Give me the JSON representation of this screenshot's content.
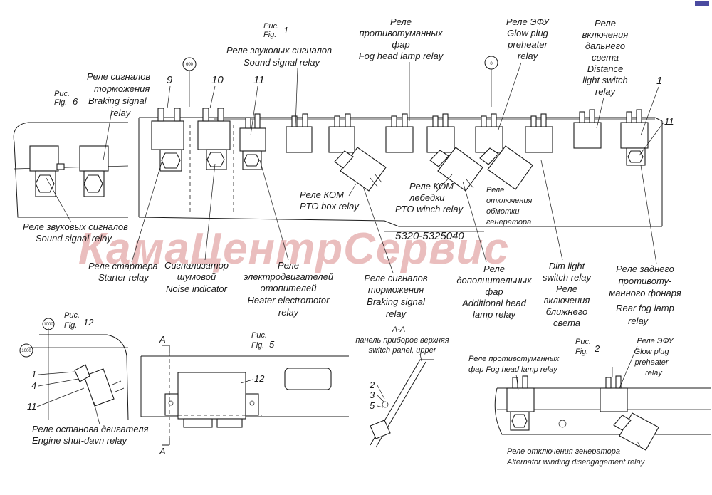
{
  "watermark": "КамаЦентрСервис",
  "part_number": "5320-5325040",
  "figures": {
    "fig1": {
      "ru": "Рис.",
      "en": "Fig.",
      "num": "1"
    },
    "fig6": {
      "ru": "Рис.",
      "en": "Fig.",
      "num": "6"
    },
    "fig12": {
      "ru": "Рис.",
      "en": "Fig.",
      "num": "12"
    },
    "fig5": {
      "ru": "Рис.",
      "en": "Fig.",
      "num": "5"
    },
    "fig2": {
      "ru": "Рис.",
      "en": "Fig.",
      "num": "2"
    }
  },
  "dimensions": {
    "d600": "600",
    "d0": "0",
    "d1000a": "1000",
    "d1000b": "1000"
  },
  "callouts": {
    "n9": "9",
    "n10": "10",
    "n11": "11",
    "n1": "1",
    "n11b": "11",
    "n12": "12",
    "n1b": "1",
    "n4": "4",
    "n11c": "11",
    "n2": "2",
    "n3": "3",
    "n5": "5",
    "sectA1": "A",
    "sectA2": "A"
  },
  "labels": {
    "sound_top": {
      "ru": "Реле звуковых сигналов",
      "en": "Sound signal relay"
    },
    "fog_head": {
      "ru1": "Реле",
      "ru2": "противотуманных",
      "ru3": "фар",
      "en": "Fog head lamp relay"
    },
    "glow_top": {
      "ru": "Реле ЭФУ",
      "en1": "Glow plug",
      "en2": "preheater",
      "en3": "relay"
    },
    "distance": {
      "ru1": "Реле",
      "ru2": "включения",
      "ru3": "дальнего",
      "ru4": "света",
      "en1": "Distance",
      "en2": "light switch",
      "en3": "relay"
    },
    "braking_top": {
      "ru1": "Реле сигналов",
      "ru2": "торможения",
      "en1": "Braking signal",
      "en2": "relay"
    },
    "pto_box": {
      "ru": "Реле КОМ",
      "en": "PTO box relay"
    },
    "pto_winch": {
      "ru1": "Реле КОМ",
      "ru2": "лебедки",
      "en": "PTO winch relay"
    },
    "alt_off": {
      "ru1": "Реле",
      "ru2": "отключения",
      "ru3": "обмотки",
      "ru4": "генератора"
    },
    "sound_left": {
      "ru": "Реле звуковых сигналов",
      "en": "Sound signal relay"
    },
    "starter": {
      "ru": "Реле стартера",
      "en": "Starter relay"
    },
    "noise": {
      "ru1": "Сигнализатор",
      "ru2": "шумовой",
      "en": "Noise indicator"
    },
    "heater": {
      "ru1": "Реле",
      "ru2": "электродвигателей",
      "ru3": "отопителей",
      "en1": "Heater electromotor",
      "en2": "relay"
    },
    "braking_mid": {
      "ru1": "Реле сигналов",
      "ru2": "торможения",
      "en1": "Braking signal",
      "en2": "relay"
    },
    "additional": {
      "ru1": "Реле",
      "ru2": "дополнительных",
      "ru3": "фар",
      "en1": "Additional head",
      "en2": "lamp relay"
    },
    "dim": {
      "en1": "Dim light",
      "en2": "switch relay",
      "ru1": "Реле",
      "ru2": "включения",
      "ru3": "ближнего",
      "ru4": "света"
    },
    "rear_fog": {
      "ru1": "Реле заднего",
      "ru2": "противоту-",
      "ru3": "манного фонаря",
      "en1": "Rear fog lamp",
      "en2": "relay"
    },
    "engine_stop": {
      "ru": "Реле останова двигателя",
      "en": "Engine shut-davn relay"
    },
    "aa_section": {
      "title": "А-А",
      "ru": "панель приборов верхняя",
      "en": "switch panel, upper"
    },
    "fog_fig2": {
      "ru": "Реле противотуманных",
      "en": "фар Fog head lamp relay"
    },
    "glow_fig2": {
      "ru": "Реле ЭФУ",
      "en1": "Glow plug",
      "en2": "preheater",
      "en3": "relay"
    },
    "alt_fig2": {
      "ru": "Реле отключения генератора",
      "en": "Alternator winding disengagement relay"
    }
  }
}
